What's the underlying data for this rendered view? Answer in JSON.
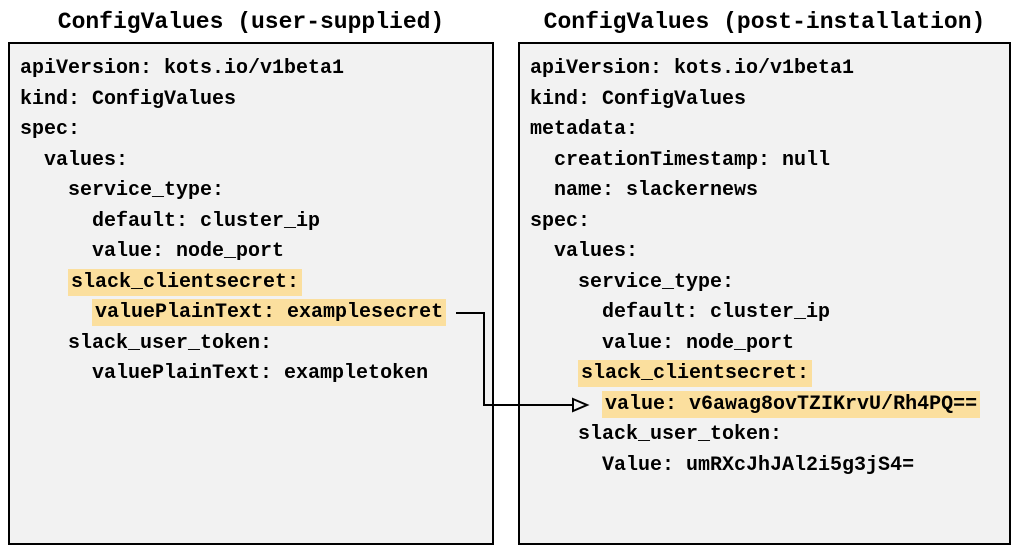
{
  "left_panel": {
    "title": "ConfigValues (user-supplied)",
    "lines": [
      {
        "indent": "",
        "text": "apiVersion: kots.io/v1beta1"
      },
      {
        "indent": "",
        "text": "kind: ConfigValues"
      },
      {
        "indent": "",
        "text": "spec:"
      },
      {
        "indent": "  ",
        "text": "values:"
      },
      {
        "indent": "    ",
        "text": "service_type:"
      },
      {
        "indent": "      ",
        "text": "default: cluster_ip"
      },
      {
        "indent": "      ",
        "text": "value: node_port"
      },
      {
        "indent": "    ",
        "text": "slack_clientsecret:",
        "highlighted": true
      },
      {
        "indent": "      ",
        "text": "valuePlainText: examplesecret",
        "highlighted": true
      },
      {
        "indent": "    ",
        "text": "slack_user_token:"
      },
      {
        "indent": "      ",
        "text": "valuePlainText: exampletoken"
      }
    ]
  },
  "right_panel": {
    "title": "ConfigValues (post-installation)",
    "lines": [
      {
        "indent": "",
        "text": "apiVersion: kots.io/v1beta1"
      },
      {
        "indent": "",
        "text": "kind: ConfigValues"
      },
      {
        "indent": "",
        "text": "metadata:"
      },
      {
        "indent": "  ",
        "text": "creationTimestamp: null"
      },
      {
        "indent": "  ",
        "text": "name: slackernews"
      },
      {
        "indent": "",
        "text": "spec:"
      },
      {
        "indent": "  ",
        "text": "values:"
      },
      {
        "indent": "    ",
        "text": "service_type:"
      },
      {
        "indent": "      ",
        "text": "default: cluster_ip"
      },
      {
        "indent": "      ",
        "text": "value: node_port"
      },
      {
        "indent": "    ",
        "text": "slack_clientsecret:",
        "highlighted": true
      },
      {
        "indent": "      ",
        "text": "value: v6awag8ovTZIKrvU/Rh4PQ==",
        "highlighted": true
      },
      {
        "indent": "    ",
        "text": "slack_user_token:"
      },
      {
        "indent": "      ",
        "text": "Value: umRXcJhJAl2i5g3jS4="
      }
    ]
  },
  "colors": {
    "highlight": "#fbdf9e",
    "panel_bg": "#f2f2f2",
    "border": "#000000",
    "text": "#000000",
    "arrow": "#000000"
  }
}
